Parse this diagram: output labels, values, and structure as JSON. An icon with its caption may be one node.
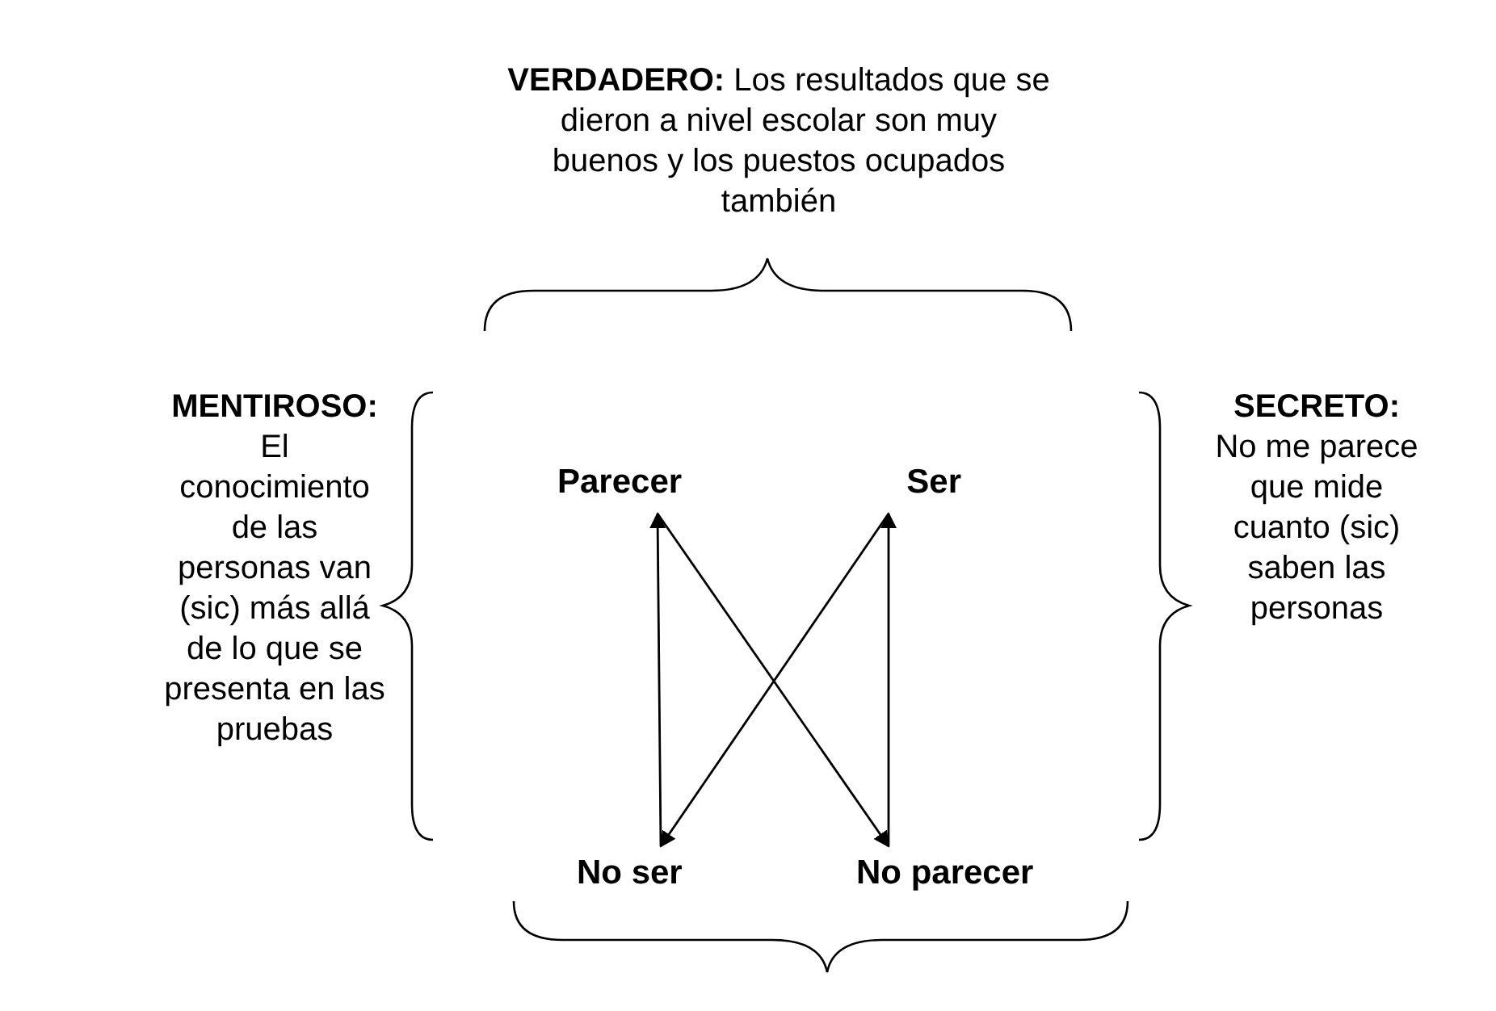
{
  "diagram": {
    "nodes": [
      {
        "text": [
          "Parecer"
        ]
      },
      {
        "text": [
          "Ser"
        ]
      },
      {
        "text": [
          "No ser"
        ]
      },
      {
        "text": [
          "No parecer"
        ]
      }
    ],
    "edges": [
      {
        "from": 2,
        "to": 0,
        "arrow": "to"
      },
      {
        "from": 1,
        "to": 2,
        "arrow": "to"
      },
      {
        "from": 3,
        "to": 1,
        "arrow": "to"
      },
      {
        "from": 0,
        "to": 3,
        "arrow": "to"
      }
    ],
    "labels": [
      "**VERDADERO:** Los resultados que se dieron a nivel escolar son muy buenos y los puestos ocupados también",
      "MENTIROSO:",
      "El conocimiento de las personas van (sic) más allá de lo que se presenta en las pruebas",
      "SECRETO:",
      "No me parece que mide cuanto (sic) saben las personas"
    ]
  }
}
